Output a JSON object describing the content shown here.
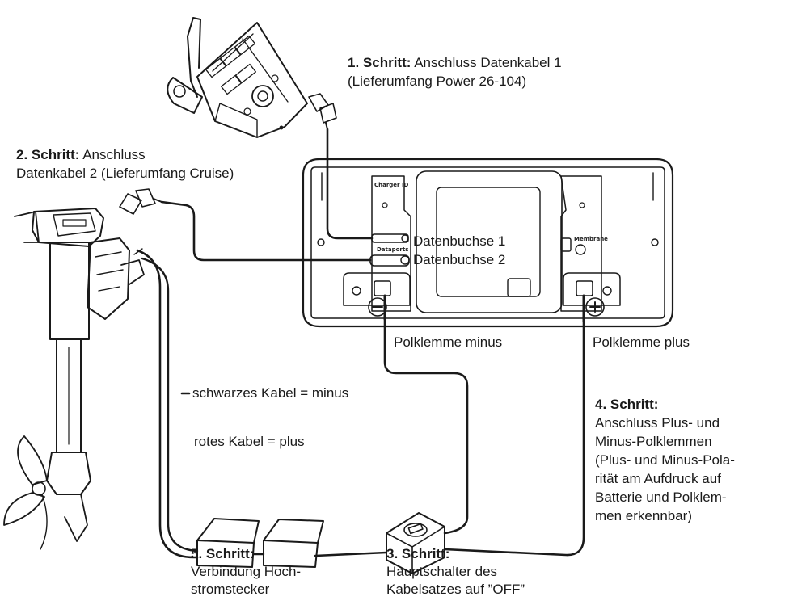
{
  "steps": {
    "step1": {
      "heading": "1. Schritt:",
      "text": "Anschluss Datenkabel 1",
      "text2": "(Lieferumfang Power 26-104)"
    },
    "step2": {
      "heading": "2. Schritt:",
      "text": "Anschluss",
      "text2": "Datenkabel 2 (Lieferumfang Cruise)"
    },
    "step3": {
      "heading": "3. Schritt:",
      "lines": [
        "Hauptschalter des",
        "Kabelsatzes auf ”OFF”"
      ]
    },
    "step4": {
      "heading": "4. Schritt:",
      "lines": [
        "Anschluss Plus- und",
        "Minus-Polklemmen",
        "(Plus- und Minus-Pola-",
        "rität am Aufdruck auf",
        "Batterie und Polklem-",
        "men erkennbar)"
      ]
    },
    "step5": {
      "heading": "5. Schritt:",
      "lines": [
        "Verbindung Hoch-",
        "stromstecker"
      ]
    }
  },
  "labels": {
    "datenbuchse1": "Datenbuchse 1",
    "datenbuchse2": "Datenbuchse 2",
    "polklemme_minus": "Polklemme minus",
    "polklemme_plus": "Polklemme plus",
    "schwarzes_kabel": "schwarzes Kabel = minus",
    "rotes_kabel": "rotes Kabel = plus"
  },
  "battery_print": {
    "charger_id": "Charger ID",
    "dataports": "Dataports",
    "membrane": "Membrane"
  },
  "colors": {
    "line": "#1a1a1a",
    "fill": "#ffffff",
    "shade": "#d0d0d0"
  }
}
